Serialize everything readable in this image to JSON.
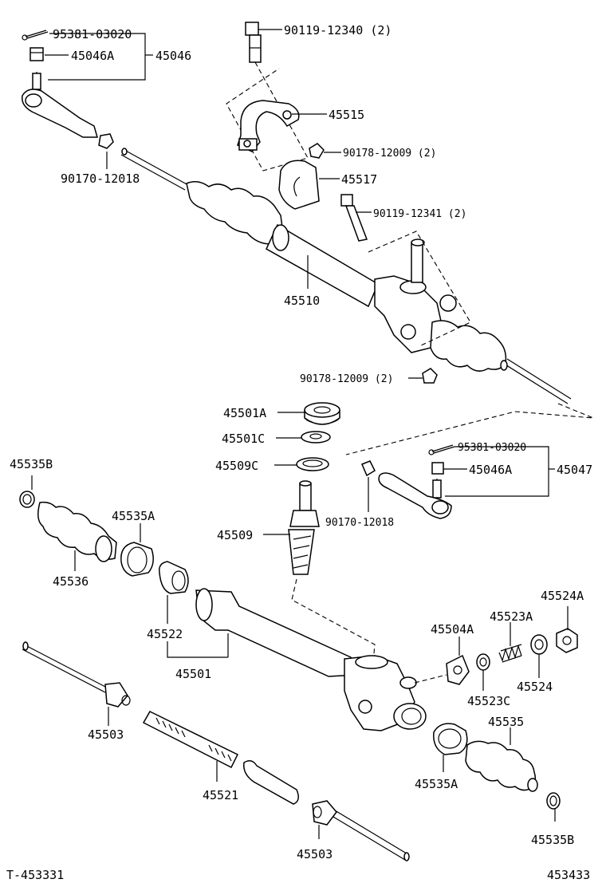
{
  "labels": {
    "p95381_03020_a": "95381-03020",
    "p45046a_a": "45046A",
    "p45046": "45046",
    "p90170_12018_a": "90170-12018",
    "p90119_12340": "90119-12340 (2)",
    "p45515": "45515",
    "p90178_12009_a": "90178-12009 (2)",
    "p45517": "45517",
    "p90119_12341": "90119-12341 (2)",
    "p45510": "45510",
    "p90178_12009_b": "90178-12009 (2)",
    "p45501a": "45501A",
    "p45501c": "45501C",
    "p45509c": "45509C",
    "p45509": "45509",
    "p95381_03020_b": "95381-03020",
    "p45046a_b": "45046A",
    "p45047": "45047",
    "p90170_12018_b": "90170-12018",
    "p45535b_a": "45535B",
    "p45535a_a": "45535A",
    "p45536": "45536",
    "p45522": "45522",
    "p45501": "45501",
    "p45504a": "45504A",
    "p45523a": "45523A",
    "p45524a": "45524A",
    "p45523c": "45523C",
    "p45524": "45524",
    "p45503_a": "45503",
    "p45535": "45535",
    "p45521": "45521",
    "p45535a_b": "45535A",
    "p45503_b": "45503",
    "p45535b_b": "45535B"
  },
  "footer": {
    "left_code": "T-453331",
    "right_code": "453433"
  }
}
